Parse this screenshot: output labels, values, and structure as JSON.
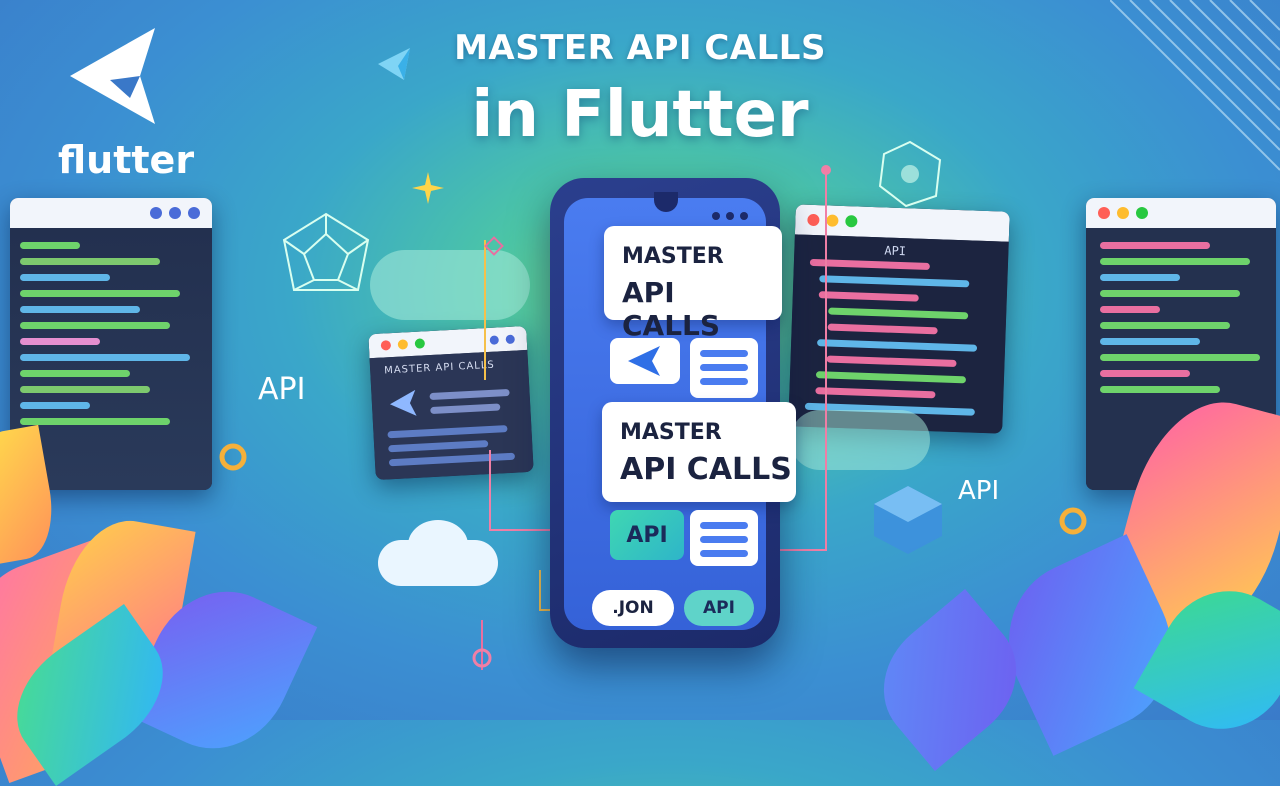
{
  "headline": {
    "line1": "MASTER API CALLS",
    "line2": "in Flutter"
  },
  "brand": {
    "wordmark": "flutter",
    "logo_icon": "flutter-logo-icon"
  },
  "phone": {
    "card1": {
      "line1": "MASTER",
      "line2": "API CALLS"
    },
    "card2": {
      "line1": "MASTER",
      "line2": "API CALLS"
    },
    "chip_api": "API",
    "bottom_chip_left": ".JON",
    "bottom_chip_right": "API"
  },
  "floating_labels": {
    "left_api": "API",
    "right_api": "API"
  },
  "small_window": {
    "title": "MASTER API CALLS"
  },
  "right_window": {
    "title": "API"
  },
  "colors": {
    "accent_green": "#5fd35a",
    "phone_blue": "#3562d8",
    "dot_red": "#ff5f57",
    "dot_yellow": "#febc2e",
    "dot_green": "#28c840"
  }
}
